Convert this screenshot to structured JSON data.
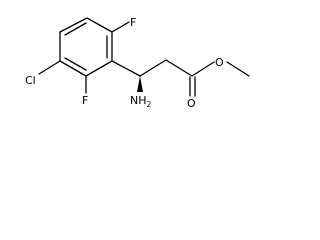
{
  "molecule": {
    "atoms": {
      "f_top": "F",
      "cl": "Cl",
      "f_bottom": "F",
      "o_ester": "O",
      "o_carbonyl": "O",
      "nh2_main": "NH",
      "nh2_sub": "2"
    }
  }
}
